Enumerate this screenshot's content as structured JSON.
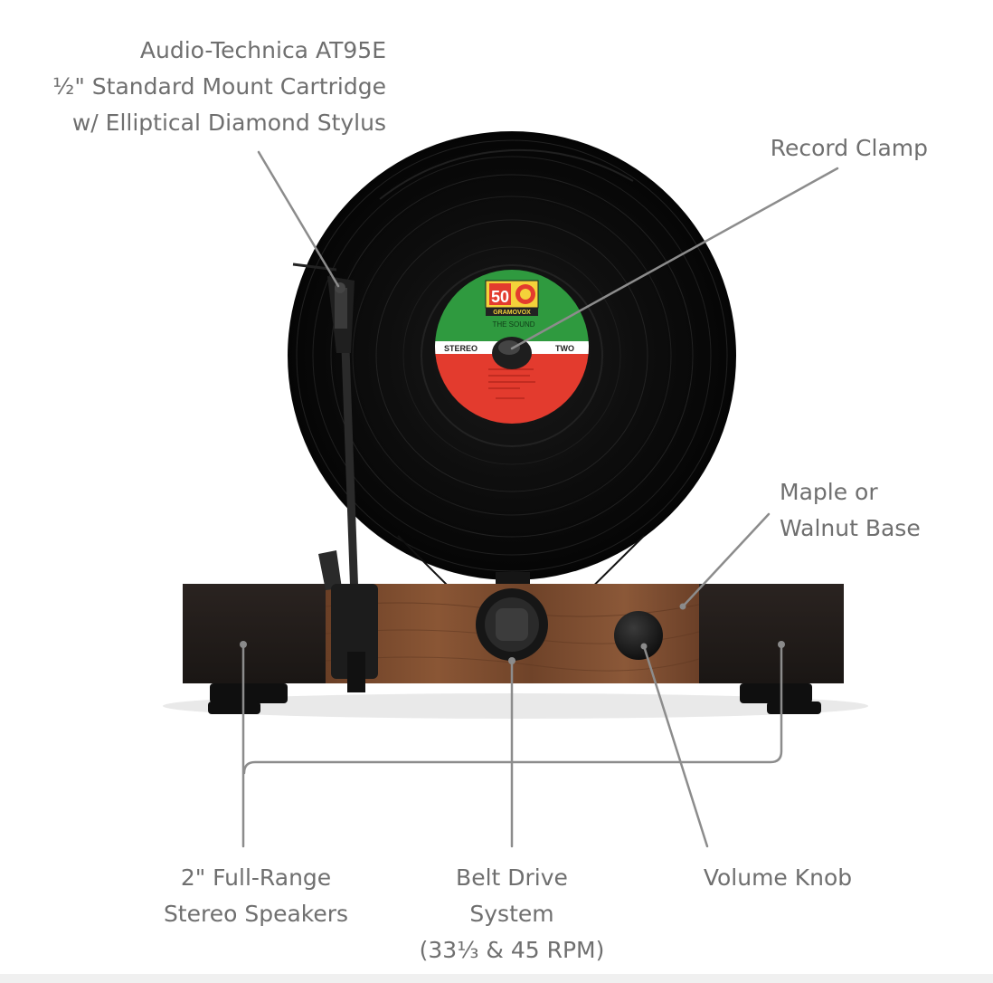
{
  "callouts": {
    "cartridge": [
      "Audio-Technica AT95E",
      "½\" Standard Mount Cartridge",
      "w/ Elliptical Diamond Stylus"
    ],
    "record_clamp": [
      "Record Clamp"
    ],
    "base": [
      "Maple or",
      "Walnut Base"
    ],
    "speakers": [
      "2\" Full-Range",
      "Stereo Speakers"
    ],
    "belt_drive": [
      "Belt Drive",
      "System",
      "(33⅓ & 45 RPM)"
    ],
    "volume": [
      "Volume Knob"
    ]
  },
  "label": {
    "brand_digits": "50",
    "brand": "GRAMOVOX",
    "title": "THE SOUND",
    "left_band": "STEREO",
    "right_band": "TWO"
  },
  "colors": {
    "leader_line": "#8c8c8c",
    "label_green": "#2f9a3f",
    "label_red": "#e33b2e",
    "wood": "#7a4a2e",
    "speaker_cloth": "#241e1c"
  }
}
